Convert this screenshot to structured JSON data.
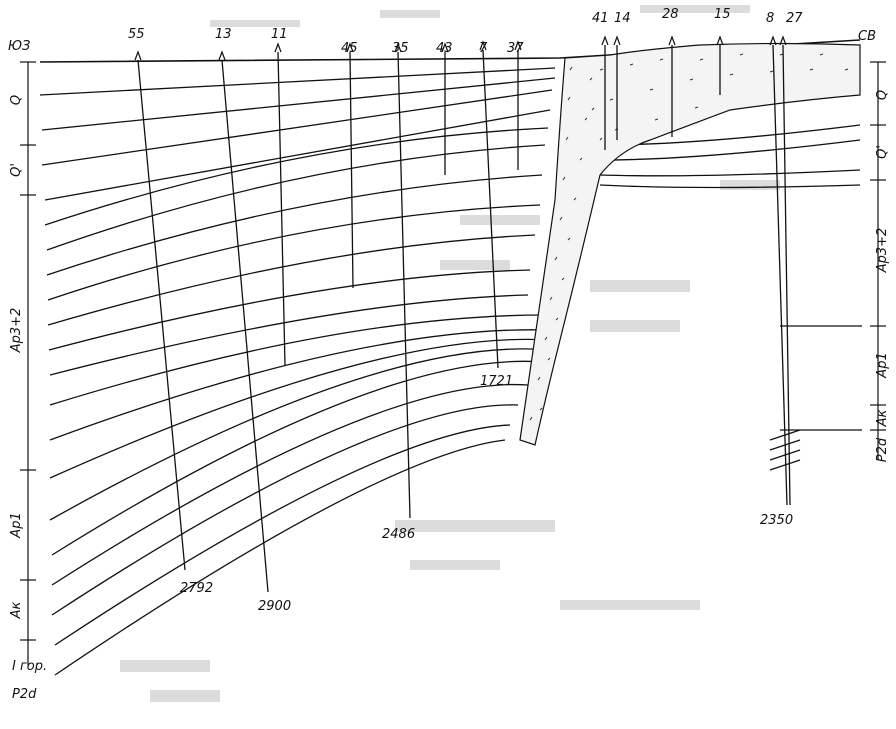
{
  "sides": {
    "left": "ЮЗ",
    "right": "СВ"
  },
  "wells": [
    {
      "id": "55",
      "depth": "2792"
    },
    {
      "id": "13",
      "depth": "2900"
    },
    {
      "id": "11",
      "depth": ""
    },
    {
      "id": "45",
      "depth": ""
    },
    {
      "id": "35",
      "depth": "2486"
    },
    {
      "id": "43",
      "depth": ""
    },
    {
      "id": "7",
      "depth": "1721"
    },
    {
      "id": "37",
      "depth": ""
    },
    {
      "id": "41",
      "depth": ""
    },
    {
      "id": "14",
      "depth": ""
    },
    {
      "id": "28",
      "depth": ""
    },
    {
      "id": "15",
      "depth": ""
    },
    {
      "id": "8",
      "depth": ""
    },
    {
      "id": "27",
      "depth": "2350"
    }
  ],
  "left_units": [
    {
      "name": "Q"
    },
    {
      "name": "Q'"
    },
    {
      "name": "Ap3+2"
    },
    {
      "name": "Ap1"
    },
    {
      "name": "Aк"
    },
    {
      "name": "I гор."
    },
    {
      "name": "P2d"
    }
  ],
  "right_units": [
    {
      "name": "Q"
    },
    {
      "name": "Q'"
    },
    {
      "name": "Ap3+2"
    },
    {
      "name": "Ap1"
    },
    {
      "name": "Aк"
    },
    {
      "name": "P2d"
    }
  ],
  "colors": {
    "ink": "#111111",
    "dome_fill": "#f4f4f4"
  }
}
